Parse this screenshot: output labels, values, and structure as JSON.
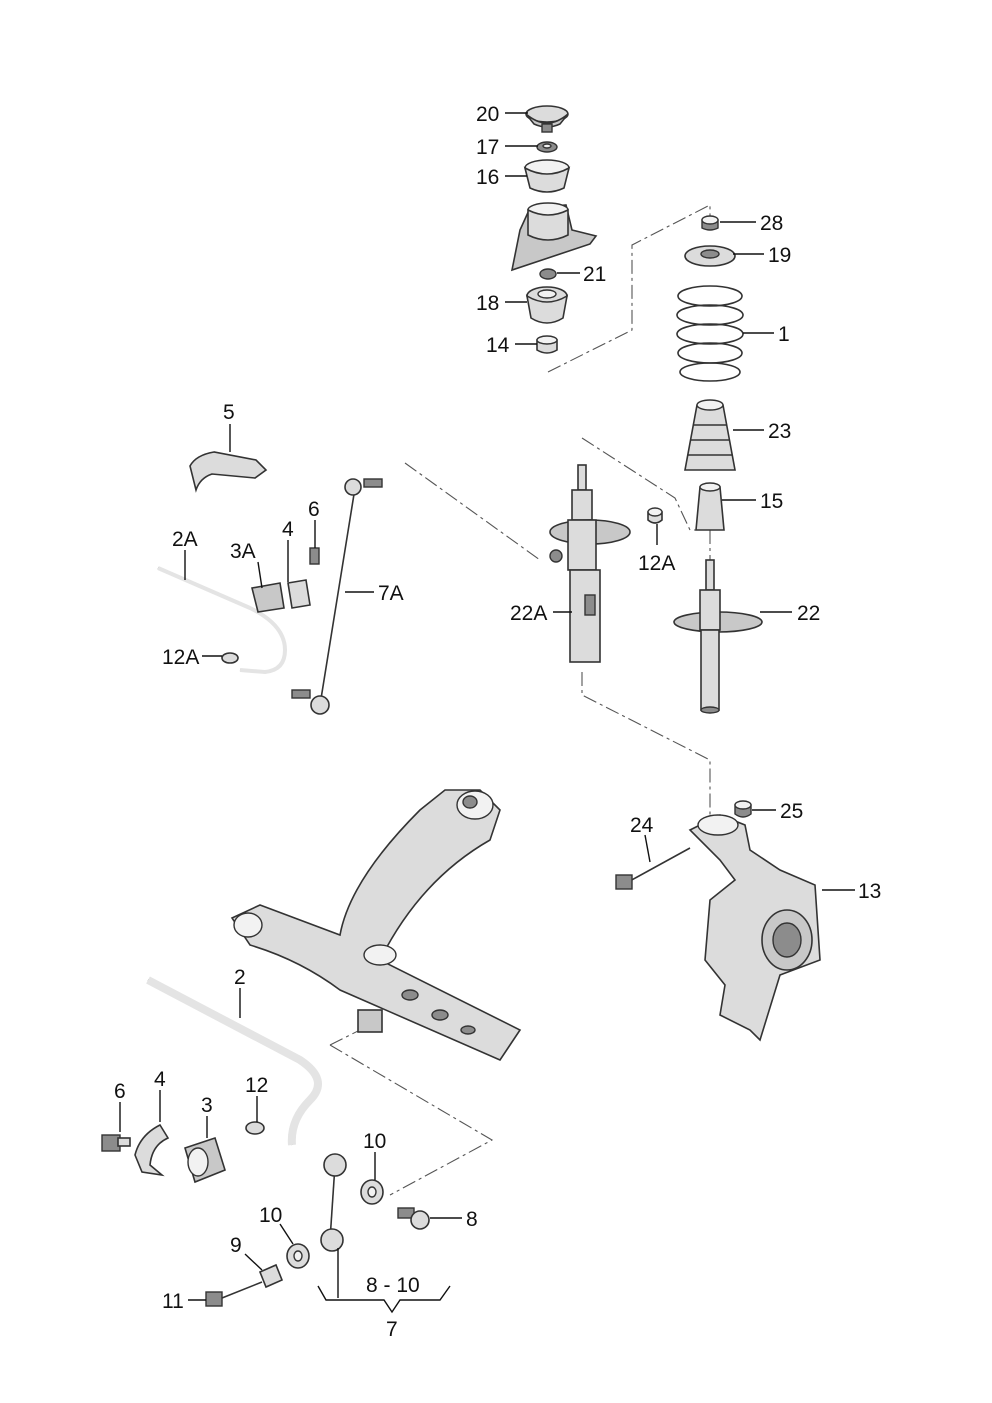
{
  "labels": {
    "l20": "20",
    "l17": "17",
    "l16": "16",
    "l21": "21",
    "l18": "18",
    "l14": "14",
    "l28": "28",
    "l19": "19",
    "l1": "1",
    "l23": "23",
    "l15": "15",
    "l22": "22",
    "l22A": "22A",
    "l12A_top": "12A",
    "l5": "5",
    "l6_top": "6",
    "l4_top": "4",
    "l3A": "3A",
    "l2A": "2A",
    "l7A": "7A",
    "l12A_left": "12A",
    "l25": "25",
    "l24": "24",
    "l13": "13",
    "l2": "2",
    "l6_bot": "6",
    "l4_bot": "4",
    "l3": "3",
    "l12": "12",
    "l10_top": "10",
    "l8": "8",
    "l10_bot": "10",
    "l9": "9",
    "l11": "11",
    "l8_10": "8 - 10",
    "l7": "7"
  }
}
